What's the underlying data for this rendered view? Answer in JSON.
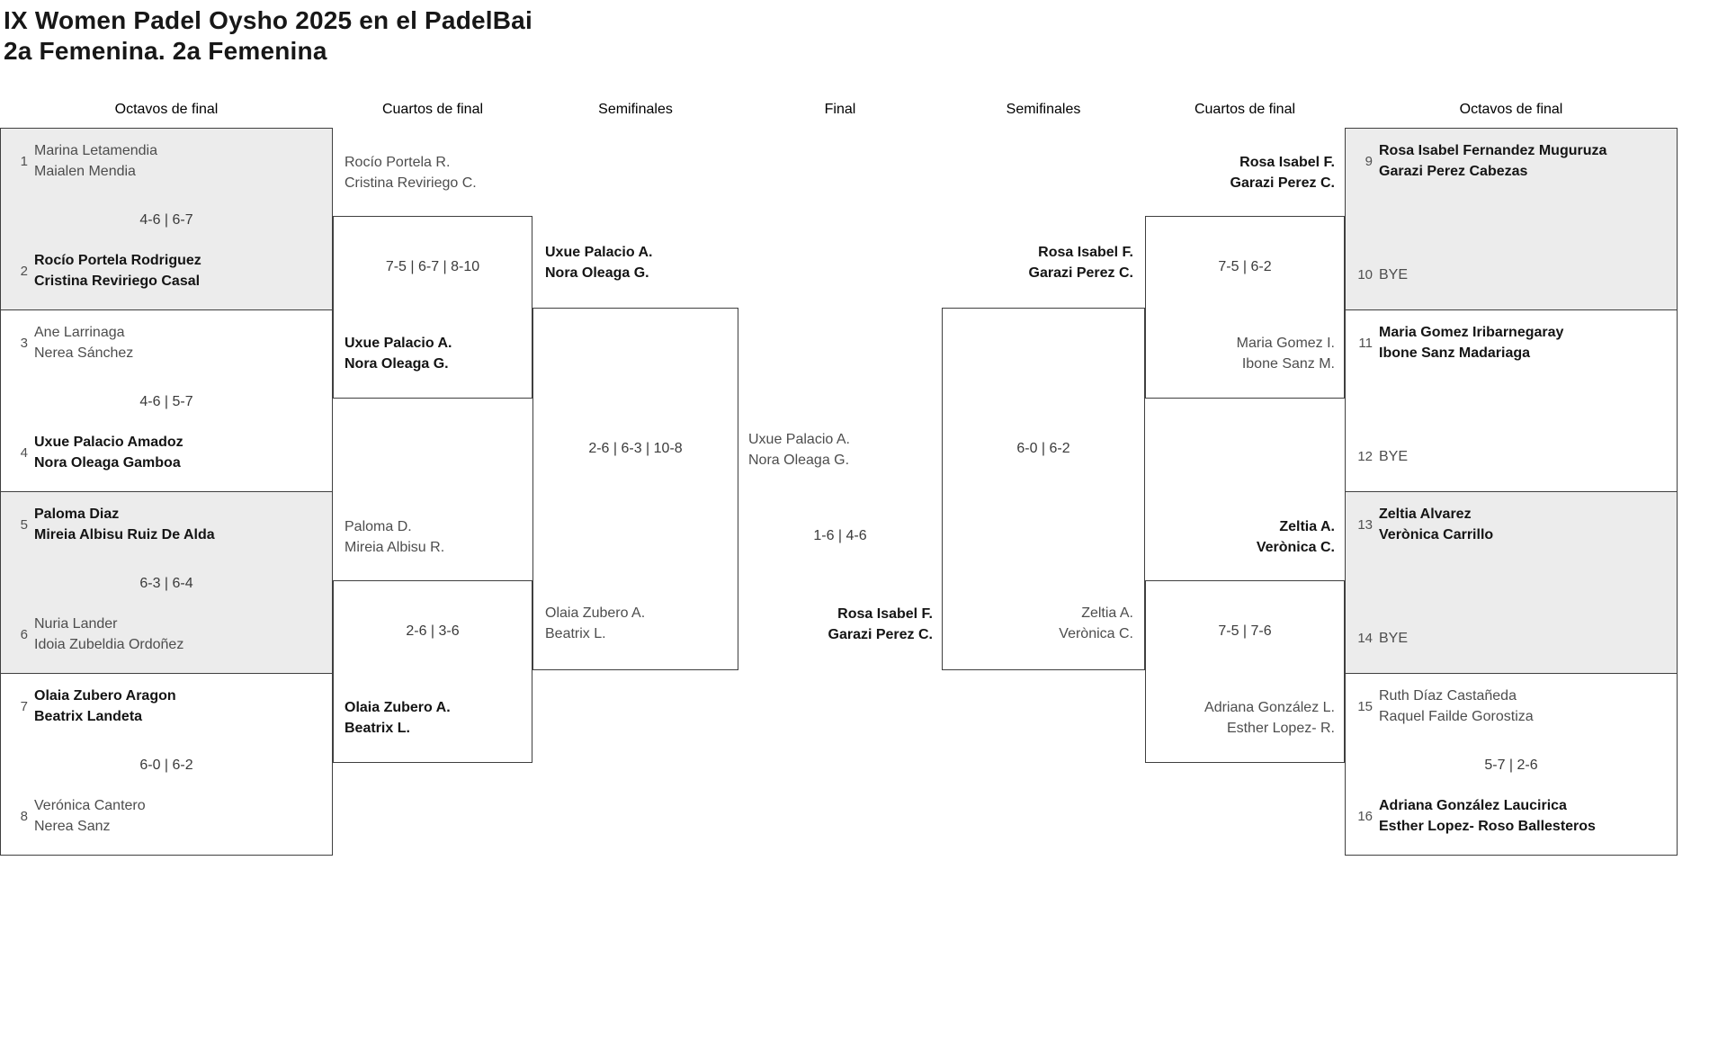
{
  "title": "IX Women Padel Oysho 2025 en el PadelBai\n2a Femenina. 2a Femenina",
  "rounds": [
    "Octavos de final",
    "Cuartos de final",
    "Semifinales",
    "Final",
    "Semifinales",
    "Cuartos de final",
    "Octavos de final"
  ],
  "colors": {
    "shaded_box": "#ececec",
    "box_border": "#3f3f3f",
    "winner_text": "#141414",
    "default_text": "#4d4d4d",
    "score_text": "#3a3a3a"
  },
  "matches": {
    "oct_l": [
      {
        "seed1": "1",
        "team1": "Marina Letamendia\nMaialen Mendia",
        "score": "4-6 | 6-7",
        "seed2": "2",
        "team2": "Rocío Portela Rodriguez\nCristina Reviriego Casal",
        "winner": 2
      },
      {
        "seed1": "3",
        "team1": "Ane Larrinaga\nNerea Sánchez",
        "score": "4-6 | 5-7",
        "seed2": "4",
        "team2": "Uxue Palacio Amadoz\nNora Oleaga Gamboa",
        "winner": 2
      },
      {
        "seed1": "5",
        "team1": "Paloma Diaz\nMireia Albisu Ruiz De Alda",
        "score": "6-3 | 6-4",
        "seed2": "6",
        "team2": "Nuria Lander\nIdoia Zubeldia Ordoñez",
        "winner": 1
      },
      {
        "seed1": "7",
        "team1": "Olaia Zubero Aragon\nBeatrix Landeta",
        "score": "6-0 | 6-2",
        "seed2": "8",
        "team2": "Verónica Cantero\nNerea Sanz",
        "winner": 1
      }
    ],
    "qf_l": [
      {
        "team1": "Rocío Portela R.\nCristina Reviriego C.",
        "score": "7-5 | 6-7 | 8-10",
        "team2": "Uxue Palacio A.\nNora Oleaga G.",
        "winner": 2
      },
      {
        "team1": "Paloma D.\nMireia Albisu R.",
        "score": "2-6 | 3-6",
        "team2": "Olaia Zubero A.\nBeatrix L.",
        "winner": 2
      }
    ],
    "sf_l": {
      "team1": "Uxue Palacio A.\nNora Oleaga G.",
      "score": "2-6 | 6-3 | 10-8",
      "team2": "Olaia Zubero A.\nBeatrix L.",
      "winner": 1
    },
    "final": {
      "team1": "Uxue Palacio A.\nNora Oleaga G.",
      "score": "1-6 | 4-6",
      "team2": "Rosa Isabel F.\nGarazi Perez C.",
      "winner": 2
    },
    "sf_r": {
      "team1": "Rosa Isabel F.\nGarazi Perez C.",
      "score": "6-0 | 6-2",
      "team2": "Zeltia A.\nVerònica C.",
      "winner": 1
    },
    "qf_r": [
      {
        "team1": "Rosa Isabel F.\nGarazi Perez C.",
        "score": "7-5 | 6-2",
        "team2": "Maria Gomez I.\nIbone Sanz M.",
        "winner": 1
      },
      {
        "team1": "Zeltia A.\nVerònica C.",
        "score": "7-5 | 7-6",
        "team2": "Adriana González L.\nEsther Lopez- R.",
        "winner": 1
      }
    ],
    "oct_r": [
      {
        "seed1": "9",
        "team1": "Rosa Isabel Fernandez Muguruza\nGarazi Perez Cabezas",
        "score": "",
        "seed2": "10",
        "team2": "BYE",
        "winner": 1
      },
      {
        "seed1": "11",
        "team1": "Maria Gomez Iribarnegaray\nIbone Sanz Madariaga",
        "score": "",
        "seed2": "12",
        "team2": "BYE",
        "winner": 1
      },
      {
        "seed1": "13",
        "team1": "Zeltia Alvarez\nVerònica Carrillo",
        "score": "",
        "seed2": "14",
        "team2": "BYE",
        "winner": 1
      },
      {
        "seed1": "15",
        "team1": "Ruth Díaz Castañeda\nRaquel Failde Gorostiza",
        "score": "5-7 | 2-6",
        "seed2": "16",
        "team2": "Adriana González Laucirica\nEsther Lopez- Roso Ballesteros",
        "winner": 2
      }
    ]
  }
}
